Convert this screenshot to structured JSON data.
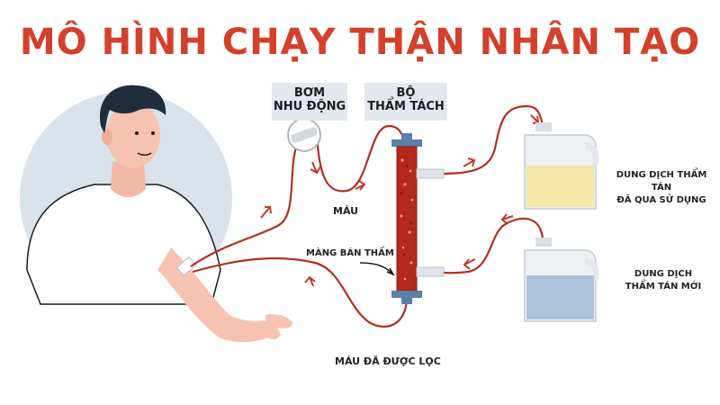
{
  "title": "MÔ HÌNH CHẠY THẬN NHÂN TẠO",
  "pump_label": {
    "line1": "BƠM",
    "line2": "NHU ĐỘNG"
  },
  "dialyzer_label": {
    "line1": "BỘ",
    "line2": "THẨM TÁCH"
  },
  "blood_label": "MÁU",
  "membrane_label": "MÀNG BÁN THẤM",
  "filtered_blood_label": "MÁU ĐÃ ĐƯỢC LỌC",
  "used_dialysate_label": {
    "line1": "DUNG DỊCH THẨM TÁN",
    "line2": "ĐÃ QUA SỬ DỤNG"
  },
  "new_dialysate_label": {
    "line1": "DUNG DỊCH",
    "line2": "THẨM TÁN MỚI"
  },
  "colors": {
    "title": "#d2412c",
    "tube": "#b03020",
    "arrow": "#c0392b",
    "circle_bg": "#d9e3ec",
    "label_box": "#e3e8ee",
    "used_fluid": "#f6e7a8",
    "new_fluid": "#adc3d9",
    "dialyzer_blood": "#b5281c",
    "dialyzer_cap": "#5b7fa8"
  },
  "icons": [
    "patient-figure",
    "peristaltic-pump-icon",
    "dialyzer-icon",
    "used-dialysate-jug-icon",
    "new-dialysate-jug-icon",
    "flow-arrow-icon"
  ]
}
